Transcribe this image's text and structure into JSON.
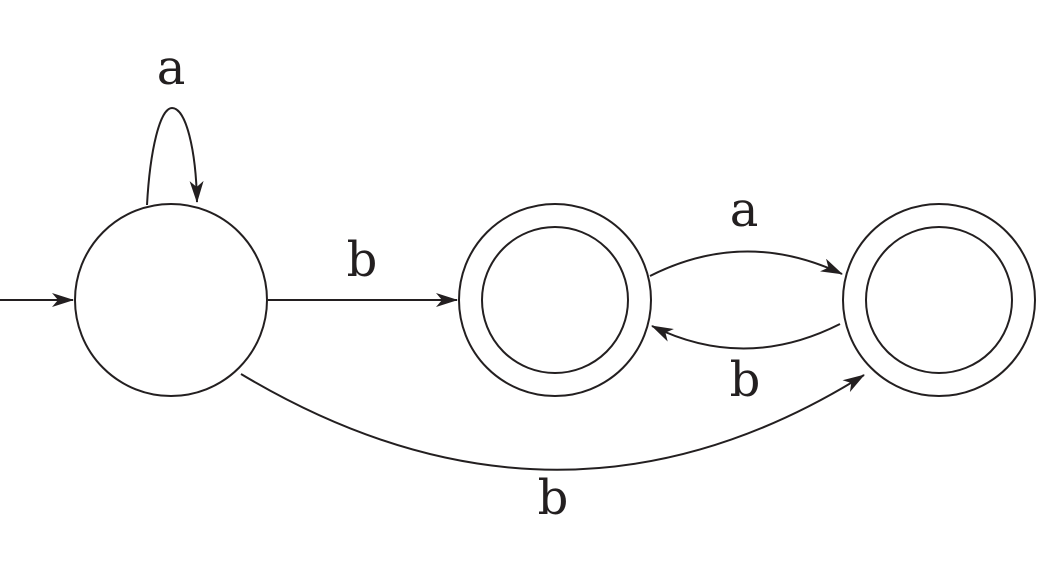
{
  "colors": {
    "line": "#231f20",
    "background": "#ffffff"
  },
  "automaton": {
    "states": [
      {
        "id": "q0",
        "initial": true,
        "accepting": false
      },
      {
        "id": "q1",
        "initial": false,
        "accepting": true
      },
      {
        "id": "q2",
        "initial": false,
        "accepting": true
      }
    ],
    "transitions": [
      {
        "from": "q0",
        "to": "q0",
        "symbol": "a"
      },
      {
        "from": "q0",
        "to": "q1",
        "symbol": "b"
      },
      {
        "from": "q1",
        "to": "q2",
        "symbol": "a"
      },
      {
        "from": "q2",
        "to": "q1",
        "symbol": "b"
      },
      {
        "from": "q0",
        "to": "q2",
        "symbol": "b"
      }
    ]
  }
}
